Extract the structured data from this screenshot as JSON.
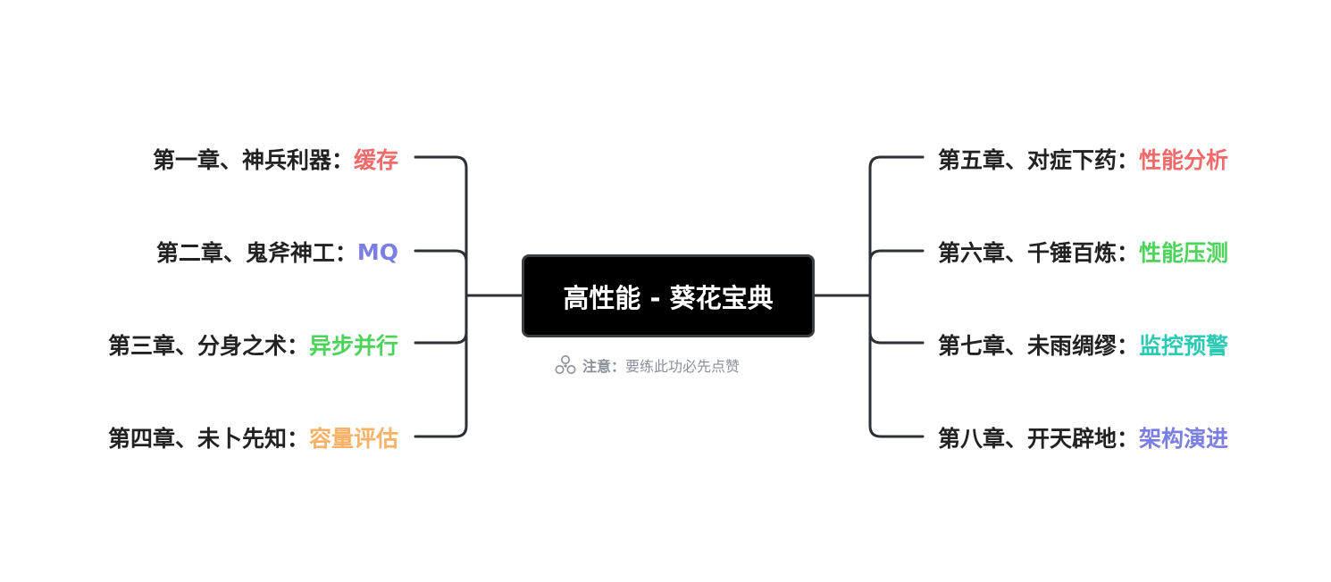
{
  "root": {
    "title": "高性能 - 葵花宝典"
  },
  "note": {
    "icon": "tri-circle-icon",
    "label": "注意：",
    "text": "要练此功必先点赞"
  },
  "connector_color": "#2c2f36",
  "branches": {
    "left": [
      {
        "chapter": "第一章、神兵利器",
        "sep": "：",
        "topic": "缓存",
        "color": "#f06a6a"
      },
      {
        "chapter": "第二章、鬼斧神工",
        "sep": "：",
        "topic": "MQ",
        "color": "#7b7fe3"
      },
      {
        "chapter": "第三章、分身之术",
        "sep": "：",
        "topic": "异步并行",
        "color": "#4cd35a"
      },
      {
        "chapter": "第四章、未卜先知",
        "sep": "：",
        "topic": "容量评估",
        "color": "#f7b267"
      }
    ],
    "right": [
      {
        "chapter": "第五章、对症下药",
        "sep": "：",
        "topic": "性能分析",
        "color": "#f06a6a"
      },
      {
        "chapter": "第六章、千锤百炼",
        "sep": "：",
        "topic": "性能压测",
        "color": "#4cd35a"
      },
      {
        "chapter": "第七章、未雨绸缪",
        "sep": "：",
        "topic": "监控预警",
        "color": "#2cc9b4"
      },
      {
        "chapter": "第八章、开天辟地",
        "sep": "：",
        "topic": "架构演进",
        "color": "#7b7fe3"
      }
    ]
  }
}
